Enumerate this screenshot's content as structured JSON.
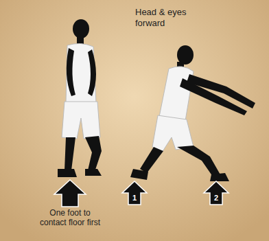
{
  "diagram": {
    "labels": [
      "Head & eyes forward",
      "One foot to contact floor first",
      "1",
      "2"
    ]
  }
}
